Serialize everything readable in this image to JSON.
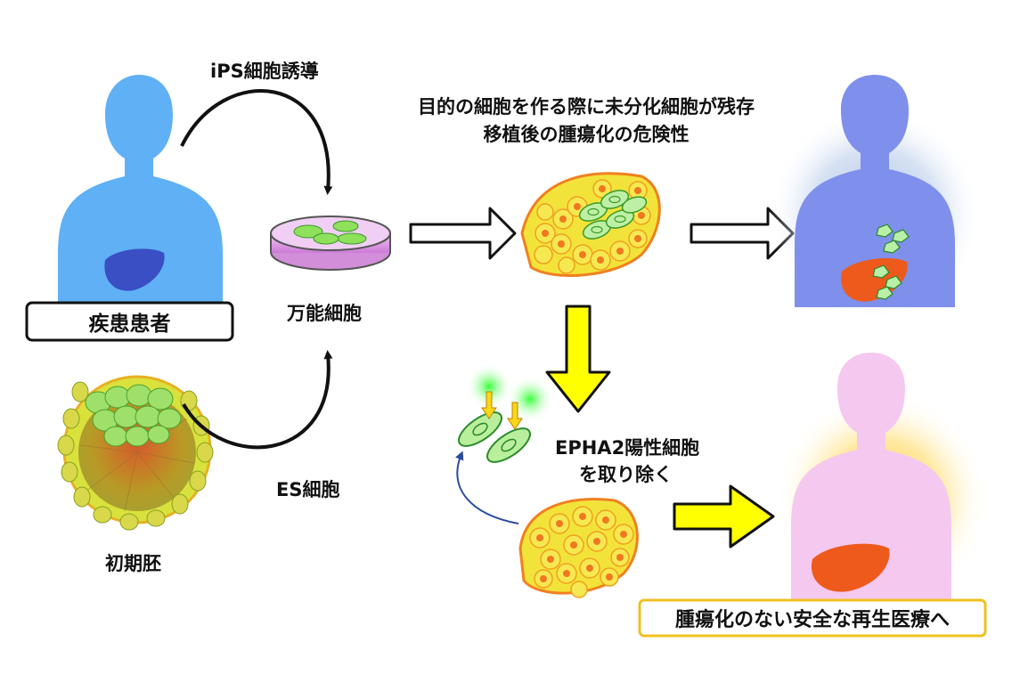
{
  "labels": {
    "ips_induction": "iPS細胞誘導",
    "patient": "疾患患者",
    "pluripotent_cells": "万能細胞",
    "early_embryo": "初期胚",
    "es_cells": "ES細胞",
    "risk_line1": "目的の細胞を作る際に未分化細胞が残存",
    "risk_line2": "移植後の腫瘍化の危険性",
    "epha2_line1": "EPHA2陽性細胞",
    "epha2_line2": "を取り除く",
    "safe_medicine": "腫瘍化のない安全な再生医療へ"
  },
  "colors": {
    "patient_body": "#5fb0f5",
    "tumor_body": "#7f8fec",
    "safe_body": "#f5c8ef",
    "liver_blue": "#3a4fc4",
    "liver_orange": "#ee5a1c",
    "yellow_arrow": "#ffff00",
    "safe_box_border": "#f0c020",
    "cell_green": "#a9e88f",
    "cell_yellow": "#f2e33a"
  }
}
